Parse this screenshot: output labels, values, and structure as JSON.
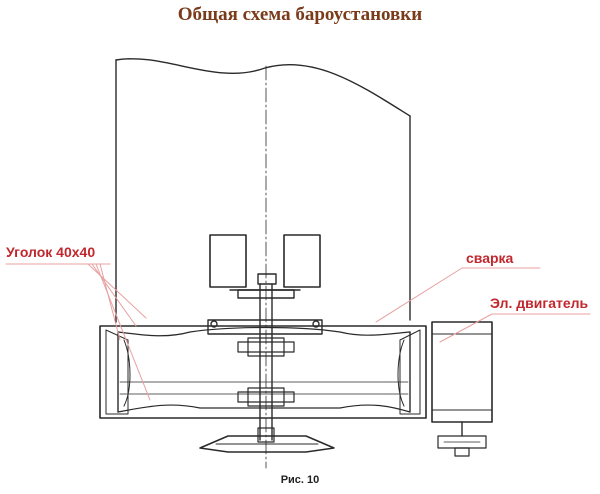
{
  "title": "Общая схема бароустановки",
  "labels": {
    "angle": "Уголок 40х40",
    "weld": "сварка",
    "motor": "Эл. двигатель"
  },
  "caption": "Рис. 10",
  "colors": {
    "title": "#7a3b1a",
    "callout_text": "#c0282d",
    "leader_line": "#e8a0a0",
    "drawing_line": "#2a2a2a"
  }
}
